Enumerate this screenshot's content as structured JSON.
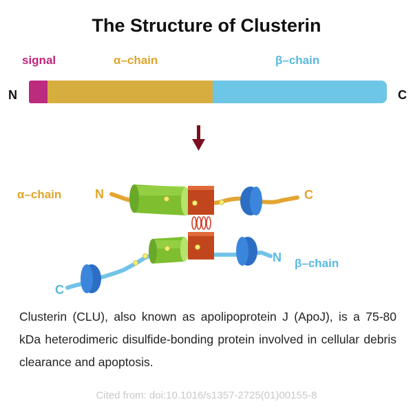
{
  "title": "The Structure of Clusterin",
  "bar": {
    "signal_label": "signal",
    "alpha_label": "α–chain",
    "beta_label": "β–chain",
    "n_terminus": "N",
    "c_terminus": "C"
  },
  "diagram": {
    "alpha_label": "α–chain",
    "beta_label": "β–chain",
    "alpha_n": "N",
    "alpha_c": "C",
    "beta_n": "N",
    "beta_c": "C"
  },
  "colors": {
    "signal": "#bb2b7e",
    "alpha": "#d7ad3f",
    "beta": "#6ec6e6",
    "arrow": "#7a1020",
    "helix": "#8ccc3c",
    "domain": "#c9481f",
    "globule": "#2f74c8"
  },
  "description": "Clusterin (CLU), also known as apolipoprotein J (ApoJ), is a 75-80 kDa heterodimeric disulfide-bonding protein involved in cellular debris clearance and apoptosis.",
  "citation": "Cited from: doi:10.1016/s1357-2725(01)00155-8"
}
